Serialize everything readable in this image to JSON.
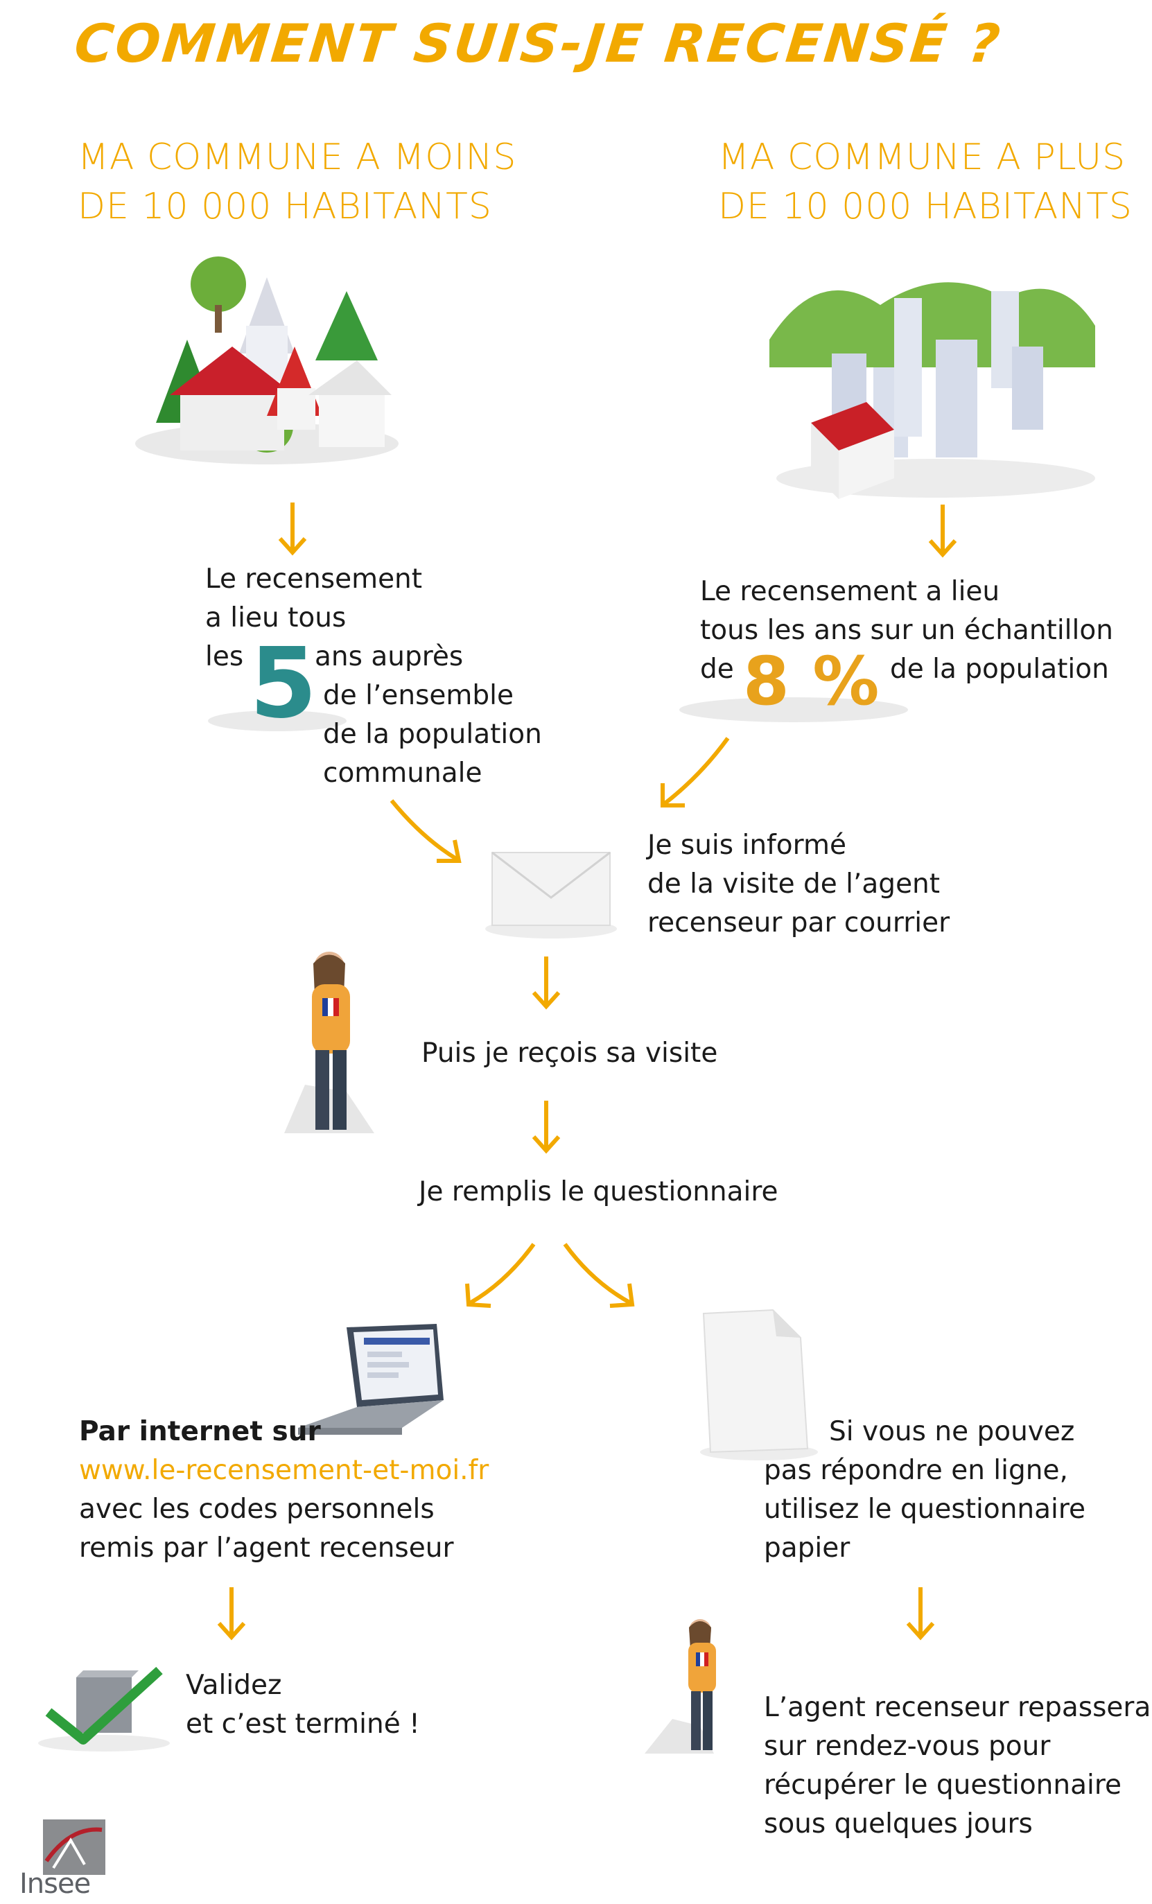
{
  "title": "COMMENT SUIS-JE RECENSÉ ?",
  "left": {
    "heading": [
      "MA COMMUNE A MOINS",
      "DE 10 000 HABITANTS"
    ],
    "lines": [
      "Le recensement",
      "a lieu tous",
      "les",
      "ans auprès",
      "de l’ensemble",
      "de la population",
      "communale"
    ],
    "big_number": "5"
  },
  "right": {
    "heading": [
      "MA COMMUNE A PLUS",
      "DE 10 000 HABITANTS"
    ],
    "lines": [
      "Le recensement a lieu",
      "tous les ans sur un échantillon",
      "de",
      "de la population"
    ],
    "big_number": "8 %"
  },
  "mail": {
    "lines": [
      "Je suis informé",
      "de la visite de l’agent",
      "recenseur par courrier"
    ]
  },
  "visit": {
    "text": "Puis je reçois sa visite"
  },
  "fill": {
    "text": "Je remplis le questionnaire"
  },
  "internet": {
    "bold": "Par internet sur",
    "url": "www.le-recensement-et-moi.fr",
    "lines": [
      "avec les codes personnels",
      "remis par l’agent recenseur"
    ]
  },
  "paper": {
    "lines": [
      "Si vous ne pouvez",
      "pas répondre en ligne,",
      "utilisez le questionnaire",
      "papier"
    ]
  },
  "validate": {
    "lines": [
      "Validez",
      "et c’est terminé !"
    ]
  },
  "agent_return": {
    "lines": [
      "L’agent recenseur repassera",
      "sur rendez-vous pour",
      "récupérer le questionnaire",
      "sous quelques jours"
    ]
  },
  "logo": {
    "text": "Insee"
  },
  "colors": {
    "accent": "#f2a900",
    "teal": "#2b8c8c",
    "orange_number": "#e8a21c",
    "green_check": "#2e9e3c"
  }
}
